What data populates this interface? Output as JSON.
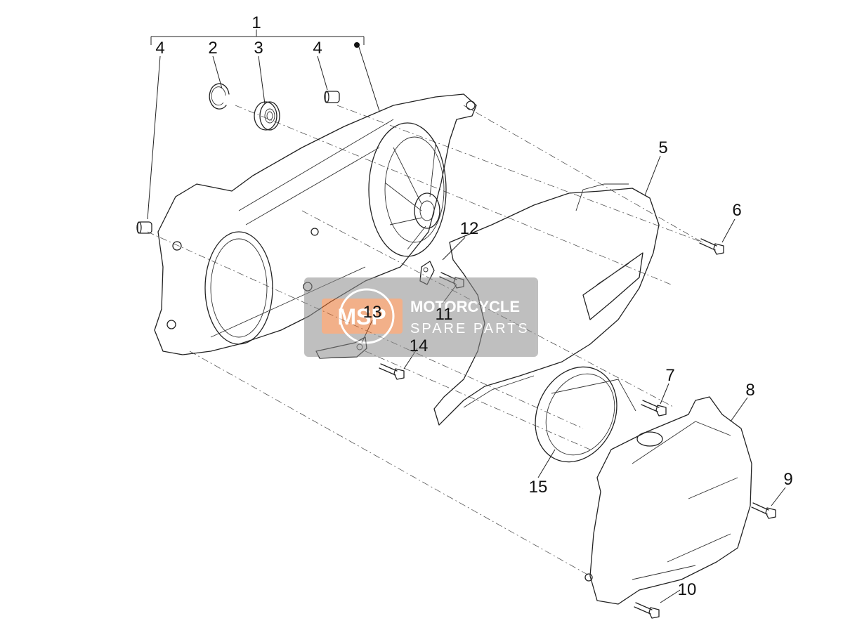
{
  "callouts": {
    "c1": "1",
    "c2": "2",
    "c3": "3",
    "c4a": "4",
    "c4b": "4",
    "c5": "5",
    "c6": "6",
    "c7": "7",
    "c8": "8",
    "c9": "9",
    "c10": "10",
    "c11": "11",
    "c12": "12",
    "c13": "13",
    "c14": "14",
    "c15": "15"
  },
  "watermark": {
    "logo": "MSP",
    "line1": "MOTORCYCLE",
    "line2": "SPARE PARTS"
  },
  "colors": {
    "line": "#222222",
    "watermark_box": "#8c8c8c",
    "watermark_logo": "#e8702a"
  }
}
